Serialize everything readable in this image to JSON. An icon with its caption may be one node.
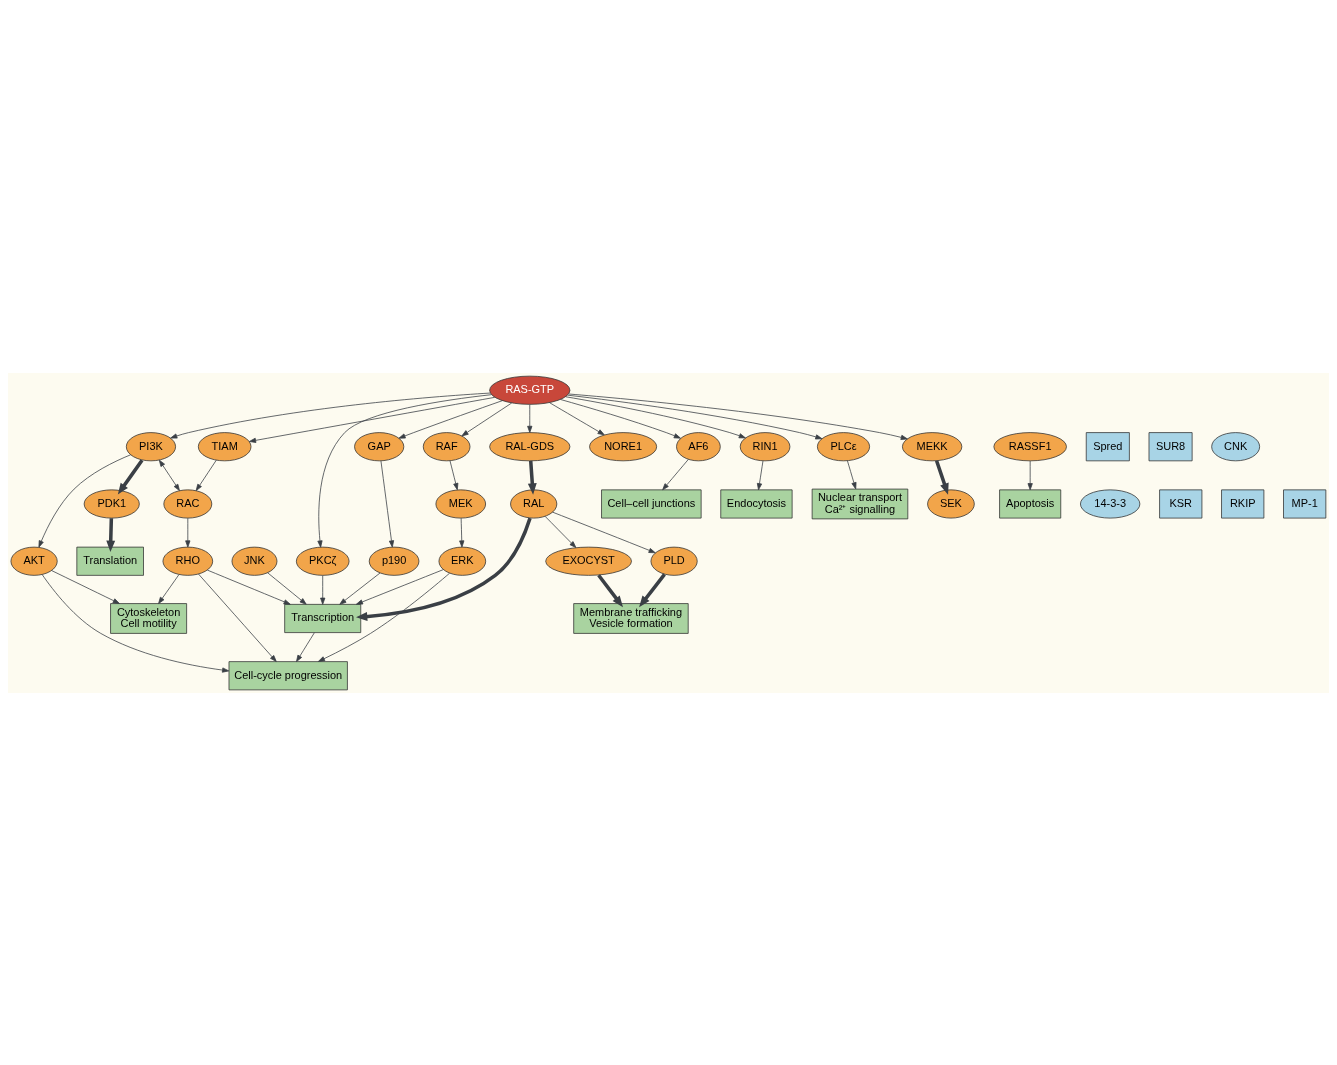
{
  "diagram": {
    "nodes": [
      {
        "text": [
          "Translation"
        ]
      },
      {
        "text": [
          "Cytoskeleton",
          "Cell motility"
        ]
      },
      {
        "text": [
          "Apoptosis"
        ]
      },
      {
        "text": [
          "PDK1"
        ]
      },
      {
        "text": [
          "AKT"
        ]
      },
      {
        "text": [
          "RASSF1"
        ]
      },
      {
        "text": [
          "PI3K"
        ]
      },
      {
        "text": [
          "NORE1"
        ]
      },
      {
        "text": [
          "RHO"
        ]
      },
      {
        "text": [
          "RAC"
        ]
      },
      {
        "text": [
          "TIAM"
        ]
      },
      {
        "text": [
          "AF6"
        ]
      },
      {
        "text": [
          "Cell–cell junctions"
        ]
      },
      {
        "text": [
          "p190"
        ]
      },
      {
        "text": [
          "GAP"
        ]
      },
      {
        "text": [
          "RAS-GTP"
        ]
      },
      {
        "text": [
          "RIN1"
        ]
      },
      {
        "text": [
          "Endocytosis"
        ]
      },
      {
        "text": [
          "Spred"
        ]
      },
      {
        "text": [
          "SUR8"
        ]
      },
      {
        "text": [
          "CNK"
        ]
      },
      {
        "text": [
          "14-3-3"
        ]
      },
      {
        "text": [
          "PLCε"
        ]
      },
      {
        "text": [
          "Nuclear transport",
          "Ca²⁺ signalling"
        ]
      },
      {
        "text": [
          "RAF"
        ]
      },
      {
        "text": [
          "Cell-cycle progression"
        ]
      },
      {
        "text": [
          "MEKK"
        ]
      },
      {
        "text": [
          "PKCζ"
        ]
      },
      {
        "text": [
          "RAL-GDS"
        ]
      },
      {
        "text": [
          "KSR"
        ]
      },
      {
        "text": [
          "RKIP"
        ]
      },
      {
        "text": [
          "SEK"
        ]
      },
      {
        "text": [
          "RAL"
        ]
      },
      {
        "text": [
          "MEK"
        ]
      },
      {
        "text": [
          "EXOCYST"
        ]
      },
      {
        "text": [
          "MP-1"
        ]
      },
      {
        "text": [
          "JNK"
        ]
      },
      {
        "text": [
          "PLD"
        ]
      },
      {
        "text": [
          "Membrane trafficking",
          "Vesicle formation"
        ]
      },
      {
        "text": [
          "ERK"
        ]
      },
      {
        "text": [
          "Transcription"
        ]
      }
    ],
    "edges": [
      {
        "from": 3,
        "to": 0,
        "arrow": "to",
        "style": "thick"
      },
      {
        "from": 6,
        "to": 3,
        "arrow": "to",
        "style": "thick"
      },
      {
        "from": 6,
        "to": 4,
        "arrow": "to"
      },
      {
        "from": 4,
        "to": 1,
        "arrow": "to"
      },
      {
        "from": 4,
        "to": 25,
        "arrow": "to"
      },
      {
        "from": 6,
        "to": 9,
        "arrow": "both"
      },
      {
        "from": 5,
        "to": 2,
        "arrow": "to"
      },
      {
        "from": 15,
        "to": 7,
        "arrow": "to"
      },
      {
        "from": 15,
        "to": 6,
        "arrow": "to"
      },
      {
        "from": 15,
        "to": 10,
        "arrow": "to"
      },
      {
        "from": 10,
        "to": 9,
        "arrow": "to"
      },
      {
        "from": 9,
        "to": 8,
        "arrow": "to"
      },
      {
        "from": 8,
        "to": 1,
        "arrow": "to"
      },
      {
        "from": 8,
        "to": 25,
        "arrow": "to"
      },
      {
        "from": 8,
        "to": 40,
        "arrow": "to"
      },
      {
        "from": 15,
        "to": 14,
        "arrow": "to"
      },
      {
        "from": 14,
        "to": 13,
        "arrow": "to"
      },
      {
        "from": 13,
        "to": 40,
        "arrow": "to"
      },
      {
        "from": 15,
        "to": 11,
        "arrow": "to"
      },
      {
        "from": 11,
        "to": 12,
        "arrow": "to"
      },
      {
        "from": 15,
        "to": 16,
        "arrow": "to"
      },
      {
        "from": 16,
        "to": 17,
        "arrow": "to"
      },
      {
        "from": 15,
        "to": 24,
        "arrow": "to"
      },
      {
        "from": 15,
        "to": 26,
        "arrow": "to"
      },
      {
        "from": 15,
        "to": 27,
        "arrow": "to"
      },
      {
        "from": 15,
        "to": 28,
        "arrow": "to"
      },
      {
        "from": 15,
        "to": 22,
        "arrow": "to"
      },
      {
        "from": 22,
        "to": 23,
        "arrow": "to"
      },
      {
        "from": 26,
        "to": 31,
        "arrow": "to",
        "style": "thick"
      },
      {
        "from": 24,
        "to": 33,
        "arrow": "to"
      },
      {
        "from": 33,
        "to": 39,
        "arrow": "to"
      },
      {
        "from": 39,
        "to": 25,
        "arrow": "to"
      },
      {
        "from": 39,
        "to": 40,
        "arrow": "to"
      },
      {
        "from": 36,
        "to": 40,
        "arrow": "to"
      },
      {
        "from": 27,
        "to": 40,
        "arrow": "to"
      },
      {
        "from": 28,
        "to": 32,
        "arrow": "to",
        "style": "thick"
      },
      {
        "from": 32,
        "to": 34,
        "arrow": "to"
      },
      {
        "from": 32,
        "to": 37,
        "arrow": "to"
      },
      {
        "from": 32,
        "to": 40,
        "arrow": "to",
        "style": "thick"
      },
      {
        "from": 34,
        "to": 38,
        "arrow": "to",
        "style": "thick"
      },
      {
        "from": 37,
        "to": 38,
        "arrow": "to",
        "style": "thick"
      },
      {
        "from": 40,
        "to": 25,
        "arrow": "to"
      }
    ]
  }
}
